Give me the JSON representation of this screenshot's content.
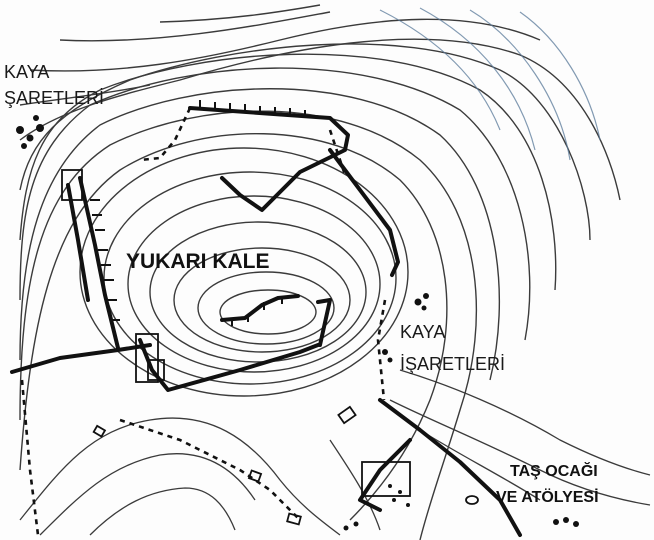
{
  "map": {
    "colors": {
      "paper": "#fdfdfd",
      "contour": "#3b3b3b",
      "contour_faded": "#5a7a9a",
      "wall": "#111111"
    },
    "labels": {
      "kaya_left_line1": "KAYA",
      "kaya_left_line2": "ŞARETLERİ",
      "summit": "YUKARI KALE",
      "kaya_right_line1": "KAYA",
      "kaya_right_line2": "İŞARETLERİ",
      "quarry_line1": "TAŞ OCAĞI",
      "quarry_line2": "VE ATÖLYESİ"
    }
  }
}
